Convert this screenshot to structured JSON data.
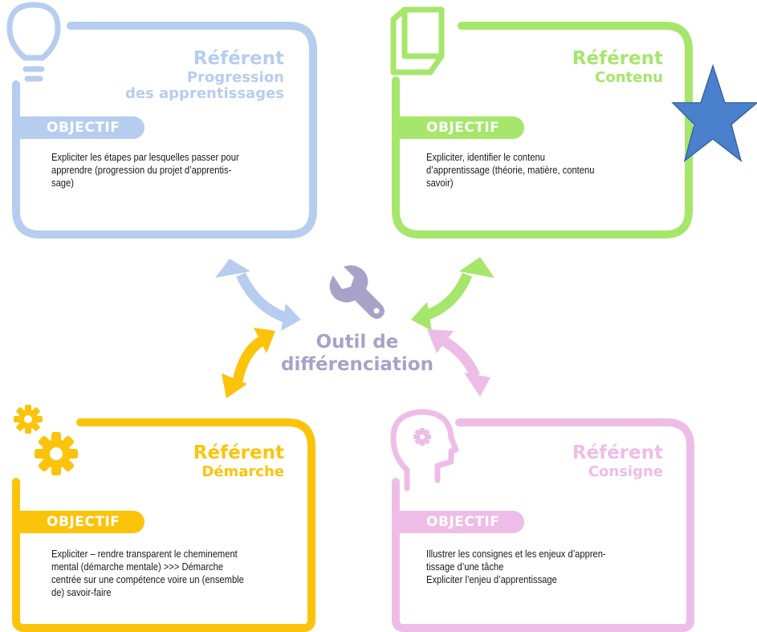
{
  "colors": {
    "blue": "#b7cdef",
    "green": "#a6e66b",
    "yellow": "#fcc30b",
    "pink": "#eebde7",
    "purple": "#a8a2c8",
    "star": "#4a80cc"
  },
  "center": {
    "line1": "Outil de",
    "line2": "différenciation"
  },
  "cards": {
    "progression": {
      "title": "Référent",
      "subtitle1": "Progression",
      "subtitle2": "des apprentissages",
      "badge": "OBJECTIF",
      "desc": [
        "Expliciter les étapes par lesquelles passer pour",
        "apprendre (progression du projet d’apprentis-",
        "sage)"
      ],
      "icon": "lightbulb-icon"
    },
    "contenu": {
      "title": "Référent",
      "subtitle1": "Contenu",
      "badge": "OBJECTIF",
      "desc": [
        "Expliciter, identifier le contenu",
        "d’apprentissage (théorie, matière, contenu",
        "savoir)"
      ],
      "icon": "book-icon"
    },
    "demarche": {
      "title": "Référent",
      "subtitle1": "Démarche",
      "badge": "OBJECTIF",
      "desc": [
        "Expliciter – rendre transparent le cheminement",
        "mental (démarche mentale) >>> Démarche",
        "centrée sur une compétence voire un (ensemble",
        "de) savoir-faire"
      ],
      "icon": "gears-icon"
    },
    "consigne": {
      "title": "Référent",
      "subtitle1": "Consigne",
      "badge": "OBJECTIF",
      "desc": [
        "Illustrer les consignes et les enjeux d’appren-",
        "tissage d’une tâche",
        "Expliciter l’enjeu d’apprentissage"
      ],
      "icon": "head-gear-icon"
    }
  }
}
